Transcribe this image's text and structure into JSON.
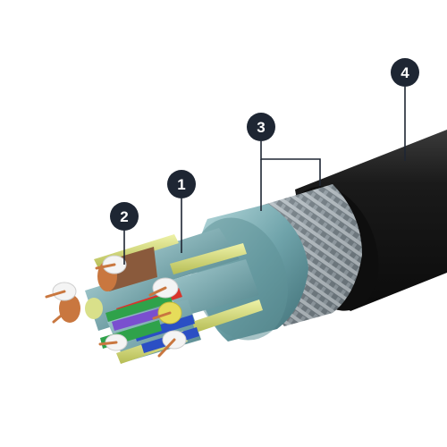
{
  "callouts": [
    {
      "number": "1"
    },
    {
      "number": "2"
    },
    {
      "number": "3"
    },
    {
      "number": "4"
    }
  ],
  "colors": {
    "callout_fill": "#1e2633",
    "leader_line": "#1e2633",
    "outer_jacket": "#151515",
    "braid_shield": "#8e9aa2",
    "foil_shield": "#7fb3ba",
    "drain_wire": "#d9e08a",
    "conductor_copper": "#c9773f",
    "insulation_white": "#f4f4f4",
    "wire_red": "#d9342b",
    "wire_green": "#2fa24a",
    "wire_blue": "#2b4fc4",
    "wire_purple": "#7a4fcf",
    "wire_yellow": "#e6dc5a",
    "wire_brown": "#8a5a3c"
  }
}
